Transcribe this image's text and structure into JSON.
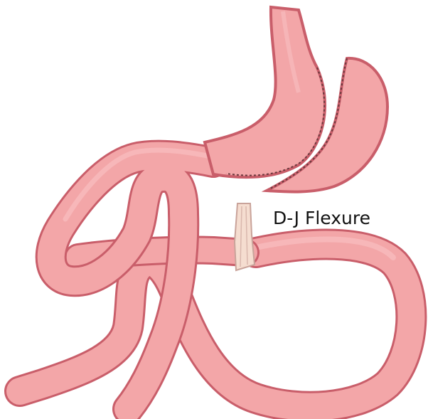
{
  "annotation": {
    "label": "D-J Flexure"
  },
  "colors": {
    "outline": "#c95e6a",
    "tissue": "#f3a6a8",
    "tissue_light": "#f7bcbd",
    "ligament": "#f5ddd0",
    "staple_line": "#6b3a3e",
    "label_text": "#111111"
  },
  "structures": [
    "esophagus",
    "gastric-pouch",
    "excised-stomach-remnant",
    "roux-limb",
    "ligament-of-treitz",
    "jejunum-loop"
  ]
}
